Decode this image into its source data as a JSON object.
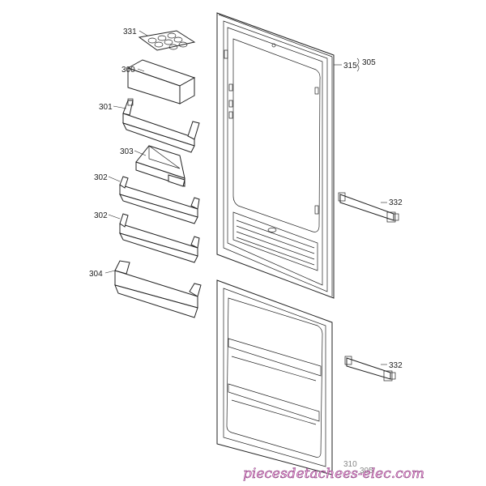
{
  "parts": {
    "egg_tray": "331",
    "top_shelf_cover": "300",
    "upper_shelf": "301",
    "small_shelf": "303",
    "middle_shelf_a": "302",
    "middle_shelf_b": "302",
    "bottle_shelf": "304",
    "door_gasket": "315",
    "fridge_door": "305",
    "upper_hinge": "332",
    "lower_hinge": "332",
    "freezer_door_faint": "310",
    "freezer_gasket_faint": "305"
  },
  "watermark": "piecesdetachees-elec.com"
}
